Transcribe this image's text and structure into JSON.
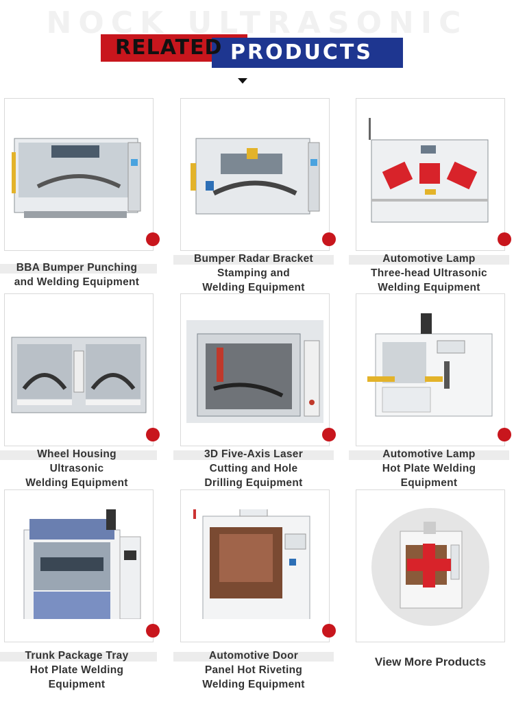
{
  "header": {
    "watermark": "NOCK ULTRASONIC",
    "title_part1": "RELATED",
    "title_part2": "PRODUCTS"
  },
  "products": [
    {
      "name": "BBA Bumper Punching\nand Welding Equipment",
      "icon": "bumper-machine-image"
    },
    {
      "name": "Bumper Radar Bracket\nStamping and\nWelding Equipment",
      "icon": "radar-bracket-machine-image"
    },
    {
      "name": "Automotive Lamp\nThree-head Ultrasonic\nWelding Equipment",
      "icon": "three-head-welder-image"
    },
    {
      "name": "Wheel Housing\nUltrasonic\nWelding Equipment",
      "icon": "wheel-housing-welder-image"
    },
    {
      "name": "3D Five-Axis Laser\nCutting and Hole\nDrilling Equipment",
      "icon": "laser-cutting-machine-image"
    },
    {
      "name": "Automotive Lamp\nHot Plate Welding\nEquipment",
      "icon": "hot-plate-welder-image"
    },
    {
      "name": "Trunk Package Tray\nHot Plate Welding\nEquipment",
      "icon": "trunk-tray-welder-image"
    },
    {
      "name": "Automotive Door\nPanel Hot Riveting\nWelding Equipment",
      "icon": "door-panel-riveter-image"
    }
  ],
  "view_more": {
    "label": "View More Products",
    "icon": "plus-icon"
  },
  "colors": {
    "brand_red": "#c8161d",
    "brand_blue": "#1e3690"
  }
}
